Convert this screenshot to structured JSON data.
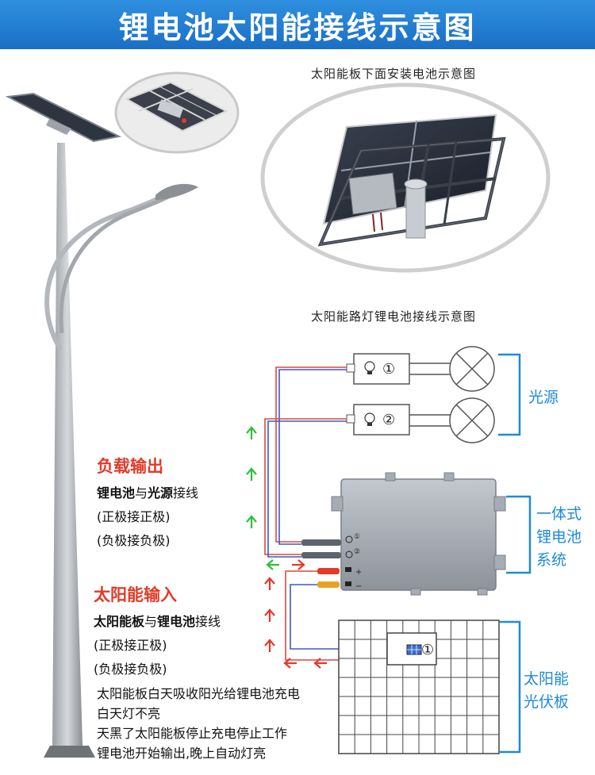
{
  "title": "锂电池太阳能接线示意图",
  "captions": {
    "top": "太阳能板下面安装电池示意图",
    "wiring": "太阳能路灯锂电池接线示意图"
  },
  "labels": {
    "light_source": "光源",
    "battery_system": [
      "一体式",
      "锂电池",
      "系统"
    ],
    "solar_panel": [
      "太阳能",
      "光伏板"
    ]
  },
  "load_output": {
    "heading": "负载输出",
    "line1_a": "锂电池",
    "line1_b": "与",
    "line1_c": "光源",
    "line1_d": "接线",
    "line2": "(正极接正极)",
    "line3": "(负极接负极)"
  },
  "solar_input": {
    "heading": "太阳能输入",
    "line1_a": "太阳能板",
    "line1_b": "与",
    "line1_c": "锂电池",
    "line1_d": "接线",
    "line2": "(正极接正极)",
    "line3": "(负极接负极)"
  },
  "description": [
    "太阳能板白天吸收阳光给锂电池充电",
    "白天灯不亮",
    "天黑了太阳能板停止充电停止工作",
    "锂电池开始输出,晚上自动灯亮"
  ],
  "box_markers": {
    "lamp1": "①",
    "lamp2": "②",
    "panel": "①",
    "port1": "①",
    "port2": "②"
  },
  "colors": {
    "banner": "#1f7ad2",
    "accent_blue": "#1f8ad8",
    "accent_red": "#e33a28",
    "arrow_green": "#2fbf3a",
    "arrow_red": "#e33a28"
  },
  "icons": [
    "bulb-icon",
    "lamp-x-icon",
    "solar-cell-icon",
    "arrow-up-icon",
    "arrow-left-icon",
    "arrow-right-icon"
  ]
}
